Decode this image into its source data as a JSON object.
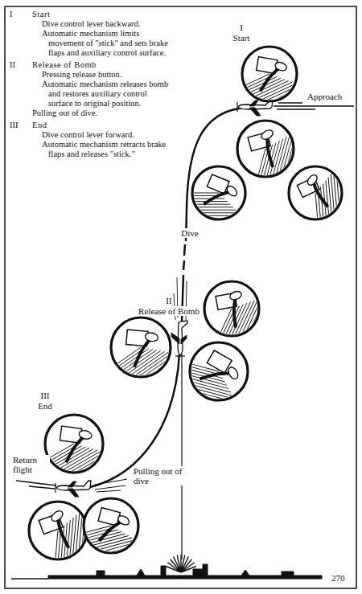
{
  "diagram": {
    "labels": [
      "I",
      "Start",
      "Dive control lever backward.",
      "Automatic mechanism limits movement of \"stick\" and sets brake flaps and auxiliary control surface.",
      "II",
      "Release of Bomb",
      "Pressing release button.",
      "Automatic mechanism releases bomb and restores auxiliary control surface to original position.",
      "Pulling out of dive.",
      "III",
      "End",
      "Dive control lever forward.",
      "Automatic mechanism retracts brake flaps and releases \"stick.\"",
      "I",
      "Start",
      "Approach",
      "Dive",
      "II",
      "Release of Bomb",
      "III",
      "End",
      "Return flight",
      "Pulling out of dive",
      "270"
    ]
  }
}
